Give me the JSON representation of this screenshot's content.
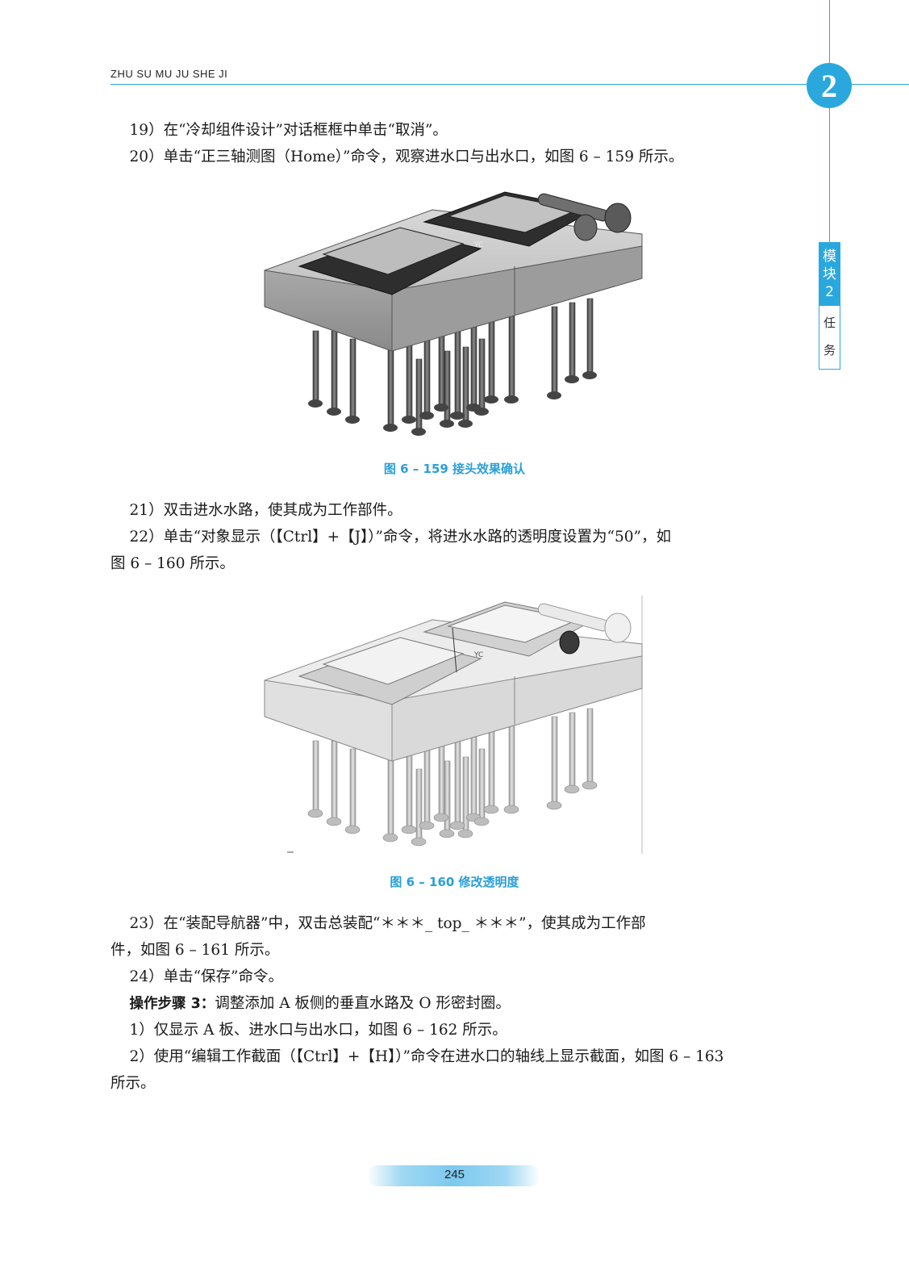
{
  "header": {
    "title": "ZHU SU MU JU SHE JI",
    "chapter_number": "2"
  },
  "side_tab": {
    "top_chars": [
      "模",
      "块",
      "2"
    ],
    "bottom_chars": [
      "任",
      "务"
    ]
  },
  "paragraphs": {
    "p19": "    19）在“冷却组件设计”对话框框中单击“取消”。",
    "p20": "    20）单击“正三轴测图（Home）”命令，观察进水口与出水口，如图 6 – 159 所示。",
    "p21": "    21）双击进水水路，使其成为工作部件。",
    "p22": "    22）单击“对象显示（【Ctrl】+【J】）”命令，将进水水路的透明度设置为“50”，如\n图 6 – 160 所示。",
    "p23": "    23）在“装配导航器”中，双击总装配“＊＊＊_ top_ ＊＊＊”，使其成为工作部\n件，如图 6 – 161 所示。",
    "p24": "    24）单击“保存”命令。",
    "step3_label": "操作步骤 3：",
    "step3_text": "调整添加 A 板侧的垂直水路及 O 形密封圈。",
    "s1": "    1）仅显示 A 板、进水口与出水口，如图 6 – 162 所示。",
    "s2": "    2）使用“编辑工作截面（【Ctrl】+【H】）”命令在进水口的轴线上显示截面，如图 6 – 163\n所示。"
  },
  "figures": {
    "fig159": {
      "caption": "图 6 – 159    接头效果确认",
      "label": "YC"
    },
    "fig160": {
      "caption": "图 6 – 160    修改透明度",
      "label": "YC"
    }
  },
  "footer": {
    "page_number": "245"
  },
  "colors": {
    "accent": "#2aa8de"
  }
}
